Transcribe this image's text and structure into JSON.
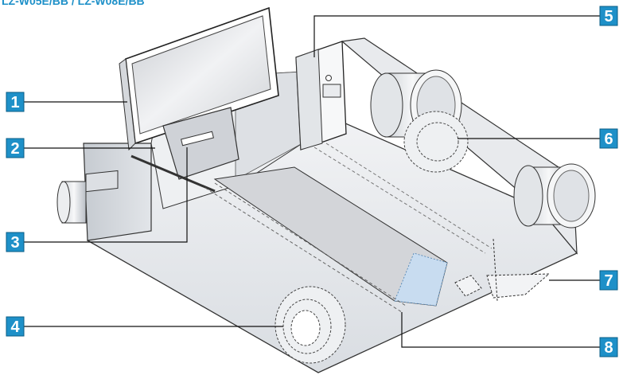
{
  "title_fragment": "LZ-W05E/BB / LZ-W08E/BB",
  "accent_color": "#1e90c8",
  "callouts": [
    {
      "num": "1"
    },
    {
      "num": "2"
    },
    {
      "num": "3"
    },
    {
      "num": "4"
    },
    {
      "num": "5"
    },
    {
      "num": "6"
    },
    {
      "num": "7"
    },
    {
      "num": "8"
    }
  ]
}
